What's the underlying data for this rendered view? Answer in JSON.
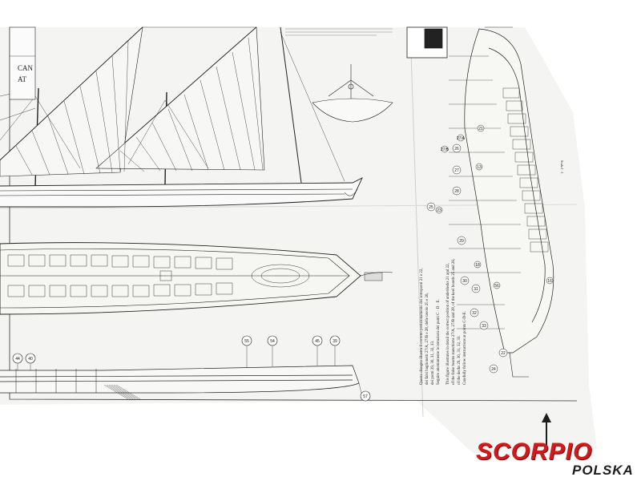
{
  "title_block": {
    "lines": [
      "CAN",
      "AT"
    ]
  },
  "right_plan": {
    "header_box_label": "",
    "scale_note": "Scala 1 : 1"
  },
  "callouts": {
    "hull_side": [
      "44",
      "40",
      "55",
      "54",
      "45",
      "39",
      "57"
    ],
    "plan_view": [
      "25",
      "26",
      "27",
      "28",
      "29",
      "30",
      "31",
      "32",
      "33",
      "22",
      "24",
      "23",
      "27/A",
      "27/B",
      "21",
      "13",
      "56",
      "18",
      "16"
    ]
  },
  "instructions": {
    "italian": [
      "Questo disegno illustra il corretto posizionamento dei sottoponti 21 e 22,",
      "dei falsi baglionetti 27/A, 27/B e 28, delle tavole 25 e 26,",
      "dei ponti 29, 30, 31, 32, 33.",
      "Seguire attentamente le istruzioni dei punti C · D · E."
    ],
    "english": [
      "This figure illustrates in detail the correct position of underdecks 21 and 22,",
      "of the false beams stanchions 27/A, 27/B and 28, of the keel boards 25 and 26,",
      "of the decks 29, 30, 31, 32, 33.",
      "Carefully follow instructions at points C-D-E."
    ]
  },
  "logo": {
    "brand": "SCORPIO",
    "sub": "POLSKA",
    "brand_color": "#d21a1a"
  }
}
